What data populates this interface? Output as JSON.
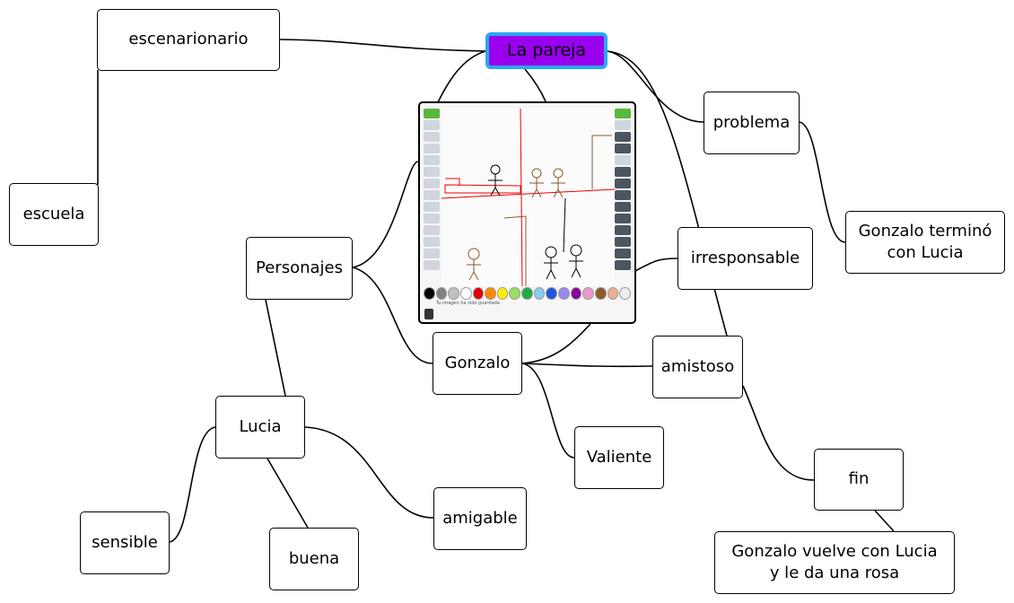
{
  "root": {
    "label": "La pareja"
  },
  "nodes": {
    "escenario": "escenarionario",
    "escuela": "escuela",
    "personajes": "Personajes",
    "lucia": "Lucia",
    "sensible": "sensible",
    "buena": "buena",
    "amigable": "amigable",
    "gonzalo": "Gonzalo",
    "valiente": "Valiente",
    "amistoso": "amistoso",
    "irresponsable": "irresponsable",
    "problema": "problema",
    "termino": "Gonzalo terminó\ncon Lucia",
    "fin": "fin",
    "vuelve": "Gonzalo vuelve con Lucia\ny le da una rosa"
  },
  "image": {
    "caption": "Tu imagen ha sido guardada",
    "tool_colors": [
      "#000000",
      "#808080",
      "#c0c0c0",
      "#ffffff",
      "#e00000",
      "#ff8800",
      "#ffee00",
      "#99dd66",
      "#22aa44",
      "#88ccee",
      "#2255dd",
      "#9988ee",
      "#880099",
      "#ee99cc",
      "#8b5a2b",
      "#e8b090",
      "#eeeeee"
    ]
  },
  "colors": {
    "root_fill": "#9900ee",
    "root_border": "#2aa8f2",
    "line": "#000000"
  }
}
